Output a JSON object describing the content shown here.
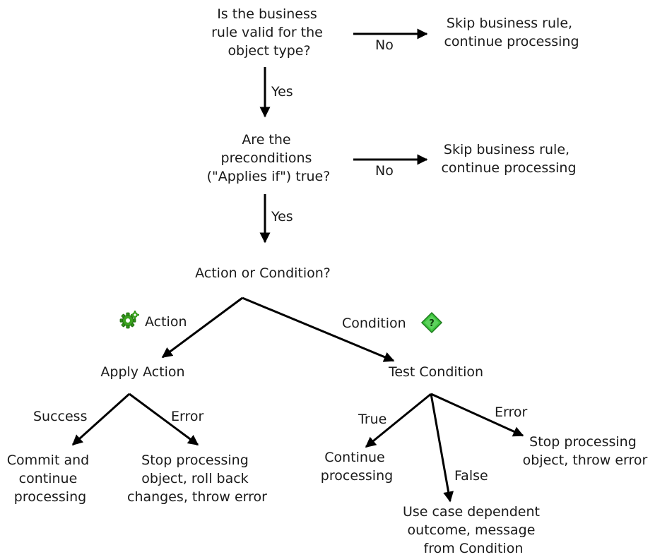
{
  "nodes": {
    "q1": [
      "Is the business",
      "rule valid for the",
      "object type?"
    ],
    "skip1": [
      "Skip business rule,",
      "continue processing"
    ],
    "q2": [
      "Are the",
      "preconditions",
      "(\"Applies if\") true?"
    ],
    "skip2": [
      "Skip business rule,",
      "continue processing"
    ],
    "q3": [
      "Action or Condition?"
    ],
    "apply_action": [
      "Apply Action"
    ],
    "test_condition": [
      "Test Condition"
    ],
    "commit": [
      "Commit and",
      "continue",
      "processing"
    ],
    "stop_rollback": [
      "Stop processing",
      "object, roll back",
      "changes, throw error"
    ],
    "continue_processing": [
      "Continue",
      "processing"
    ],
    "use_case": [
      "Use case dependent",
      "outcome, message",
      "from Condition"
    ],
    "stop_throw": [
      "Stop processing",
      "object, throw error"
    ]
  },
  "edge_labels": {
    "q1_no": "No",
    "q1_yes": "Yes",
    "q2_no": "No",
    "q2_yes": "Yes",
    "action": "Action",
    "condition": "Condition",
    "success": "Success",
    "action_error": "Error",
    "true": "True",
    "false": "False",
    "condition_error": "Error"
  },
  "icons": {
    "action": "gear-icon",
    "condition": "question-diamond-icon",
    "action_color": "#3aa11f",
    "condition_color": "#3cc43c"
  }
}
